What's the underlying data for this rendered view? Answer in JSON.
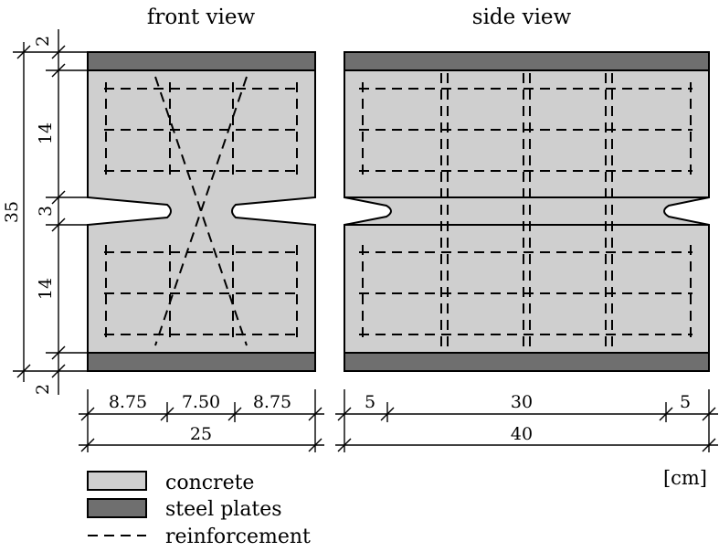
{
  "views": {
    "front_title": "front view",
    "side_title": "side view"
  },
  "dimensions": {
    "plate_top": "2",
    "segment_top": "14",
    "notch": "3",
    "segment_bottom": "14",
    "plate_bottom": "2",
    "total_height": "35",
    "front_left": "8.75",
    "front_mid": "7.50",
    "front_right": "8.75",
    "front_total": "25",
    "side_left": "5",
    "side_mid": "30",
    "side_right": "5",
    "side_total": "40"
  },
  "unit": "[cm]",
  "legend": {
    "items": [
      {
        "label": "concrete",
        "color": "#cfcfcf"
      },
      {
        "label": "steel plates",
        "color": "#6f6f6f"
      },
      {
        "label": "reinforcement",
        "color": "#000000"
      }
    ]
  },
  "colors": {
    "concrete": "#cfcfcf",
    "steel": "#6f6f6f",
    "line": "#000000"
  }
}
